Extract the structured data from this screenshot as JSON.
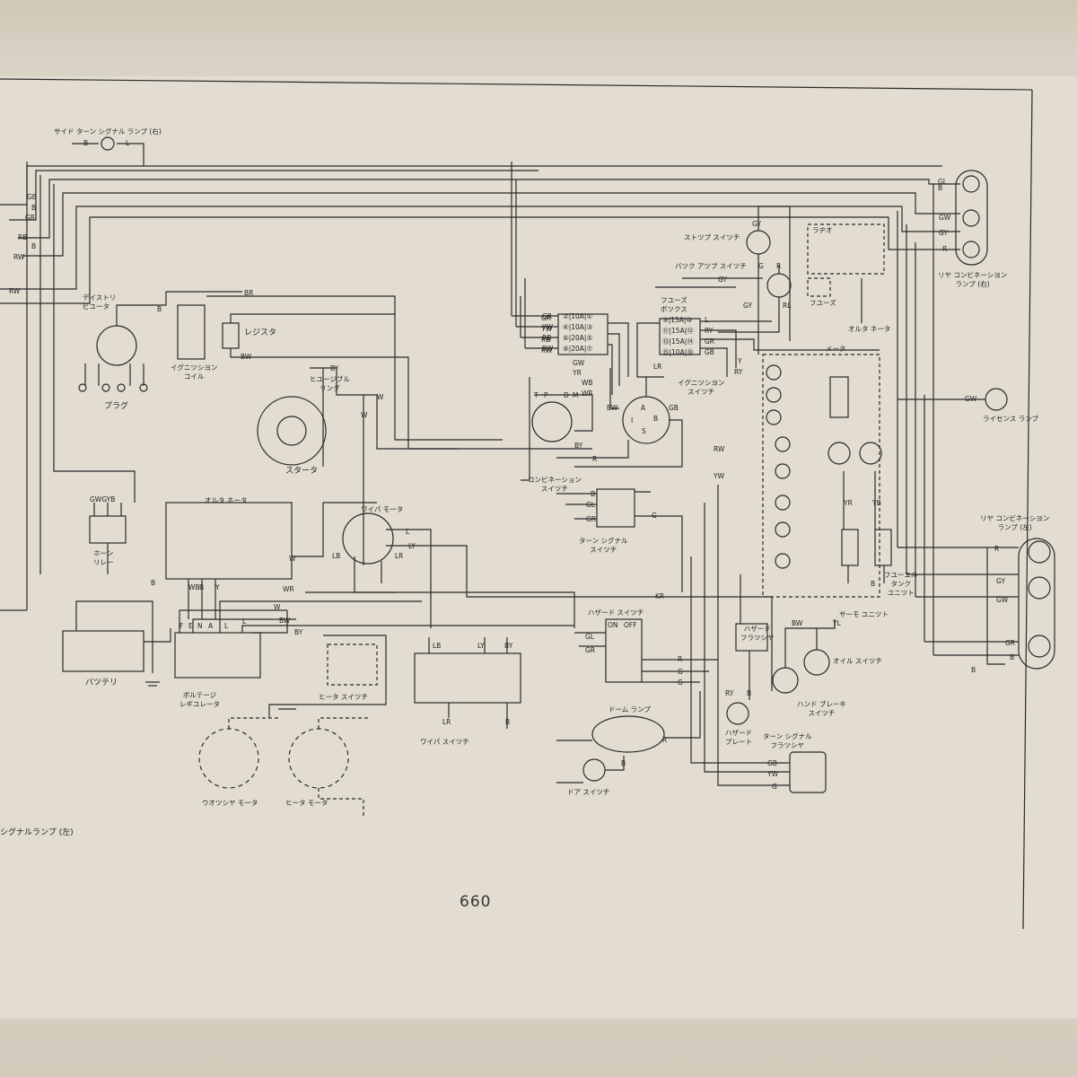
{
  "diagram": {
    "page_number": "660",
    "components": {
      "side_turn_right": "サイド ターン シグナル ランプ (右)",
      "side_turn_left": "シグナルランプ (左)",
      "distributor": "デイストリ\nビユータ",
      "plug": "プラグ",
      "ignition_coil": "イグニツシヨン\nコイル",
      "resistor": "レジスタ",
      "fusible_ring": "ヒユージブル\nリング",
      "starter": "スタータ",
      "horn_relay": "ホーン\nリレー",
      "alternator": "オルタ ネータ",
      "wiper_motor": "ワイパ モータ",
      "battery": "バツテリ",
      "voltage_regulator": "ボルテージ\nレギユレータ",
      "heater_switch": "ヒータ スイツチ",
      "wiper_switch": "ワイパ スイツチ",
      "washer_motor": "ウオツシヤ モータ",
      "heater_motor": "ヒータ モータ",
      "stop_switch": "ストツプ スイツチ",
      "backup_switch": "バツク アツプ スイツチ",
      "fuse_box": "フユーズ\nボツクス",
      "ignition_switch": "イグニツシヨン\nスイツチ",
      "combination_switch": "コンビネーション\nスイツチ",
      "turn_signal_switch": "ターン シグナル\nスイツチ",
      "hazard_switch": "ハザード スイツチ",
      "dome_lamp": "ドーム ランプ",
      "door_switch": "ドア スイツチ",
      "hazard_flasher": "ハザード\nフラツシヤ",
      "hazard_plate": "ハザード\nプレート",
      "turn_signal_flasher": "ターン シグナル\nフラツシヤ",
      "hand_brake_switch": "ハンド ブレーキ\nスイツチ",
      "oil_switch": "オイル スイツチ",
      "radio": "ラヂオ",
      "fuse": "フユーズ",
      "alternator_r": "オルタ ネータ",
      "meter": "メータ",
      "rear_combo_right": "リヤ コンビネーシヨン\nランプ (右)",
      "license_lamp": "ライセンス ランプ",
      "rear_combo_left": "リヤ コンビネーシヨン\nランプ (左)",
      "thermo_unit": "サーモ ユニツト",
      "fuel_tank_unit": "フユーエル\nタンク\nユニツト"
    },
    "hazard_switch_states": [
      "ON",
      "OFF"
    ],
    "ignition_terminals": [
      "A",
      "I",
      "B",
      "S"
    ],
    "combination_terminals": [
      "T",
      "P",
      "D",
      "M"
    ],
    "fuse_left": [
      {
        "wire": "GR",
        "label": "②|10A|①"
      },
      {
        "wire": "YW",
        "label": "④|10A|③"
      },
      {
        "wire": "RB",
        "label": "⑥|20A|⑤"
      },
      {
        "wire": "RW",
        "label": "⑧|20A|⑦"
      }
    ],
    "fuse_right": [
      {
        "wire": "L",
        "label": "⑨|15A|⑩"
      },
      {
        "wire": "RY",
        "label": "⑪|15A|⑫"
      },
      {
        "wire": "GR",
        "label": "⑬|15A|⑭"
      },
      {
        "wire": "GB",
        "label": "⑮|10A|⑯"
      }
    ],
    "wire_labels": [
      "B",
      "L",
      "GB",
      "B",
      "GR",
      "RB",
      "B",
      "RW",
      "RW",
      "BR",
      "B",
      "BW",
      "BY",
      "W",
      "W",
      "GWGYB",
      "B",
      "W",
      "L",
      "LY",
      "LB",
      "LR",
      "WR",
      "KR",
      "W",
      "BW",
      "BY",
      "WB",
      "B",
      "Y",
      "F",
      "E",
      "N",
      "A",
      "L",
      "L",
      "LB",
      "LY",
      "BY",
      "LR",
      "B",
      "GY",
      "GY",
      "G",
      "R",
      "GY",
      "RL",
      "GR",
      "YW",
      "RB",
      "RW",
      "GW",
      "YR",
      "WB",
      "WR",
      "LR",
      "Y",
      "RY",
      "BW",
      "GB",
      "BY",
      "RW",
      "YW",
      "R",
      "B",
      "GL",
      "GR",
      "G",
      "GL",
      "GR",
      "R",
      "G",
      "G",
      "R",
      "B",
      "BW",
      "YL",
      "RY",
      "B",
      "GB",
      "YW",
      "G",
      "GL",
      "B",
      "GW",
      "GY",
      "R",
      "GW",
      "R",
      "GY",
      "GW",
      "GR",
      "B",
      "YR",
      "YB",
      "B",
      "B"
    ]
  }
}
